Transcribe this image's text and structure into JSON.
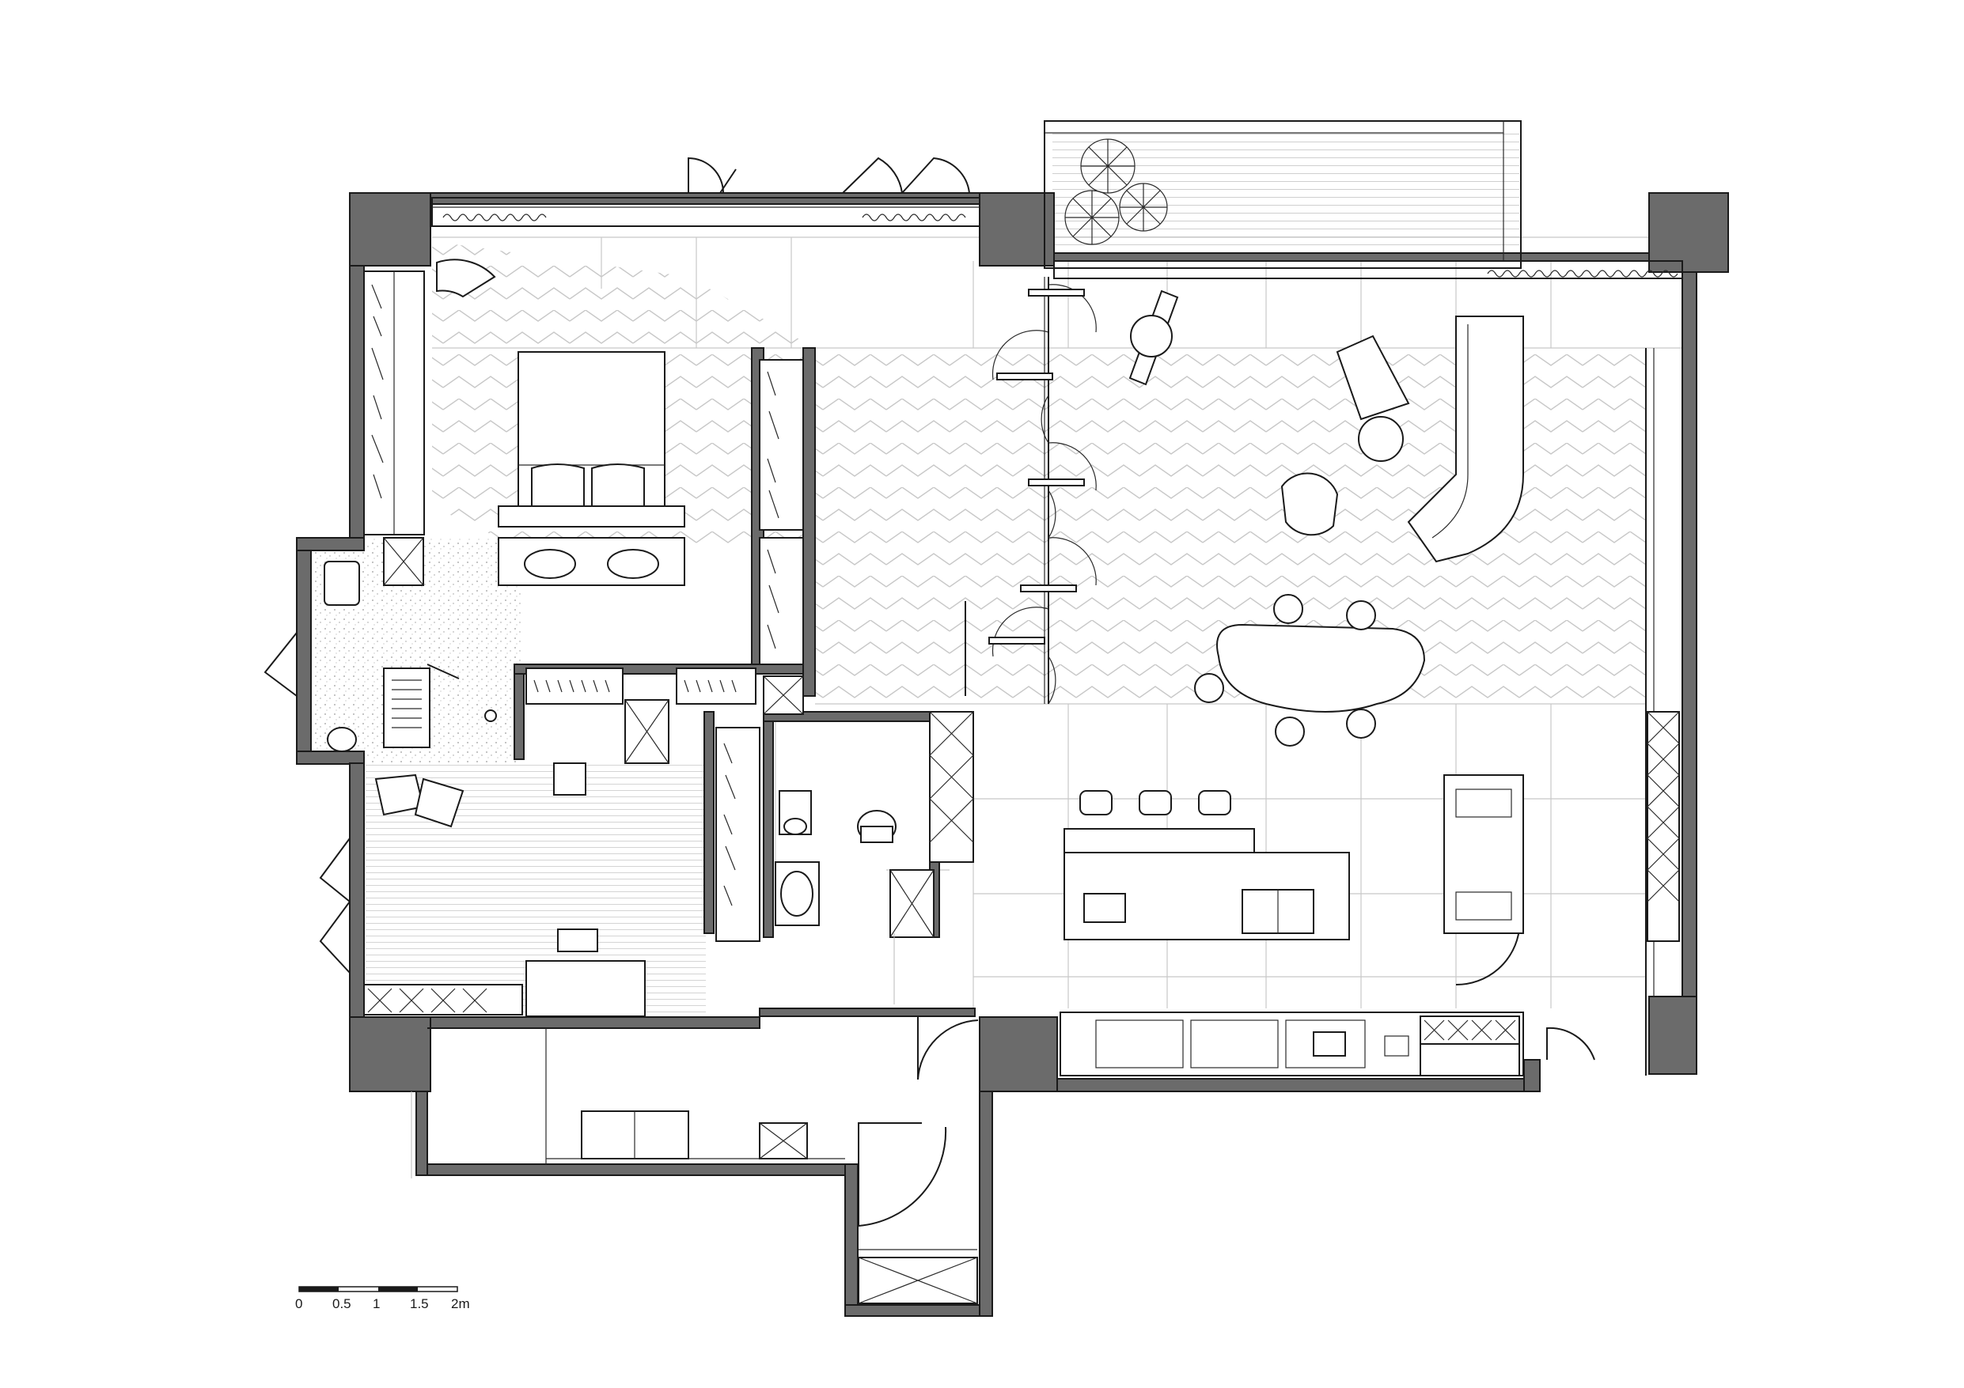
{
  "scale_bar": {
    "labels": [
      "0",
      "0.5",
      "1",
      "1.5",
      "2m"
    ]
  },
  "colors": {
    "wall": "#6b6b6b",
    "line": "#1a1a1a",
    "pattern": "#c8c8c8",
    "background": "#ffffff"
  }
}
